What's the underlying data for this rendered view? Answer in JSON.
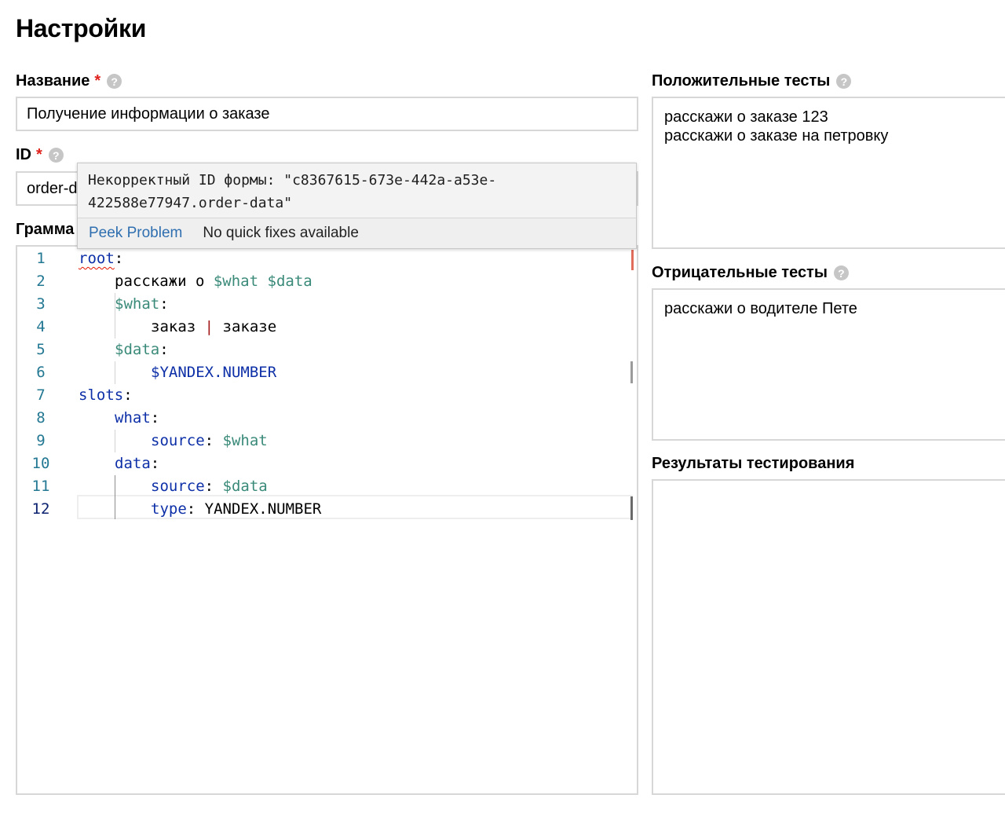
{
  "page": {
    "title": "Настройки"
  },
  "name_field": {
    "label": "Название",
    "required_mark": "*",
    "help": "?",
    "value": "Получение информации о заказе"
  },
  "id_field": {
    "label": "ID",
    "required_mark": "*",
    "help": "?",
    "value": "order-d"
  },
  "grammar_label": "Грамма",
  "hover": {
    "message_line1": "Некорректный ID формы: \"c8367615-673e-442a-a53e-",
    "message_line2": "422588e77947.order-data\"",
    "peek_label": "Peek Problem",
    "no_fix_label": "No quick fixes available"
  },
  "editor": {
    "line_numbers": [
      "1",
      "2",
      "3",
      "4",
      "5",
      "6",
      "7",
      "8",
      "9",
      "10",
      "11",
      "12"
    ],
    "lines": [
      {
        "seg": [
          "root",
          ":"
        ]
      },
      {
        "seg": [
          "расскажи о ",
          "$what",
          " ",
          "$data"
        ]
      },
      {
        "seg": [
          "$what",
          ":"
        ]
      },
      {
        "seg": [
          "заказ ",
          "|",
          " заказе"
        ]
      },
      {
        "seg": [
          "$data",
          ":"
        ]
      },
      {
        "seg": [
          "$YANDEX.NUMBER"
        ]
      },
      {
        "seg": [
          "slots",
          ":"
        ]
      },
      {
        "seg": [
          "what",
          ":"
        ]
      },
      {
        "seg": [
          "source",
          ": ",
          "$what"
        ]
      },
      {
        "seg": [
          "data",
          ":"
        ]
      },
      {
        "seg": [
          "source",
          ": ",
          "$data"
        ]
      },
      {
        "seg": [
          "type",
          ": ",
          "YANDEX.NUMBER"
        ]
      }
    ],
    "active_line": "12"
  },
  "positive_tests": {
    "label": "Положительные тесты",
    "help": "?",
    "lines": [
      "расскажи о заказе 123",
      "расскажи о заказе на петровку"
    ]
  },
  "negative_tests": {
    "label": "Отрицательные тесты",
    "help": "?",
    "lines": [
      "расскажи о водителе Пете"
    ]
  },
  "results": {
    "label": "Результаты тестирования"
  },
  "colors": {
    "keyword": "#0d2fa7",
    "variable": "#3a8a7a",
    "error": "#e51400",
    "required": "#e0201b",
    "link": "#2f6fb0"
  }
}
